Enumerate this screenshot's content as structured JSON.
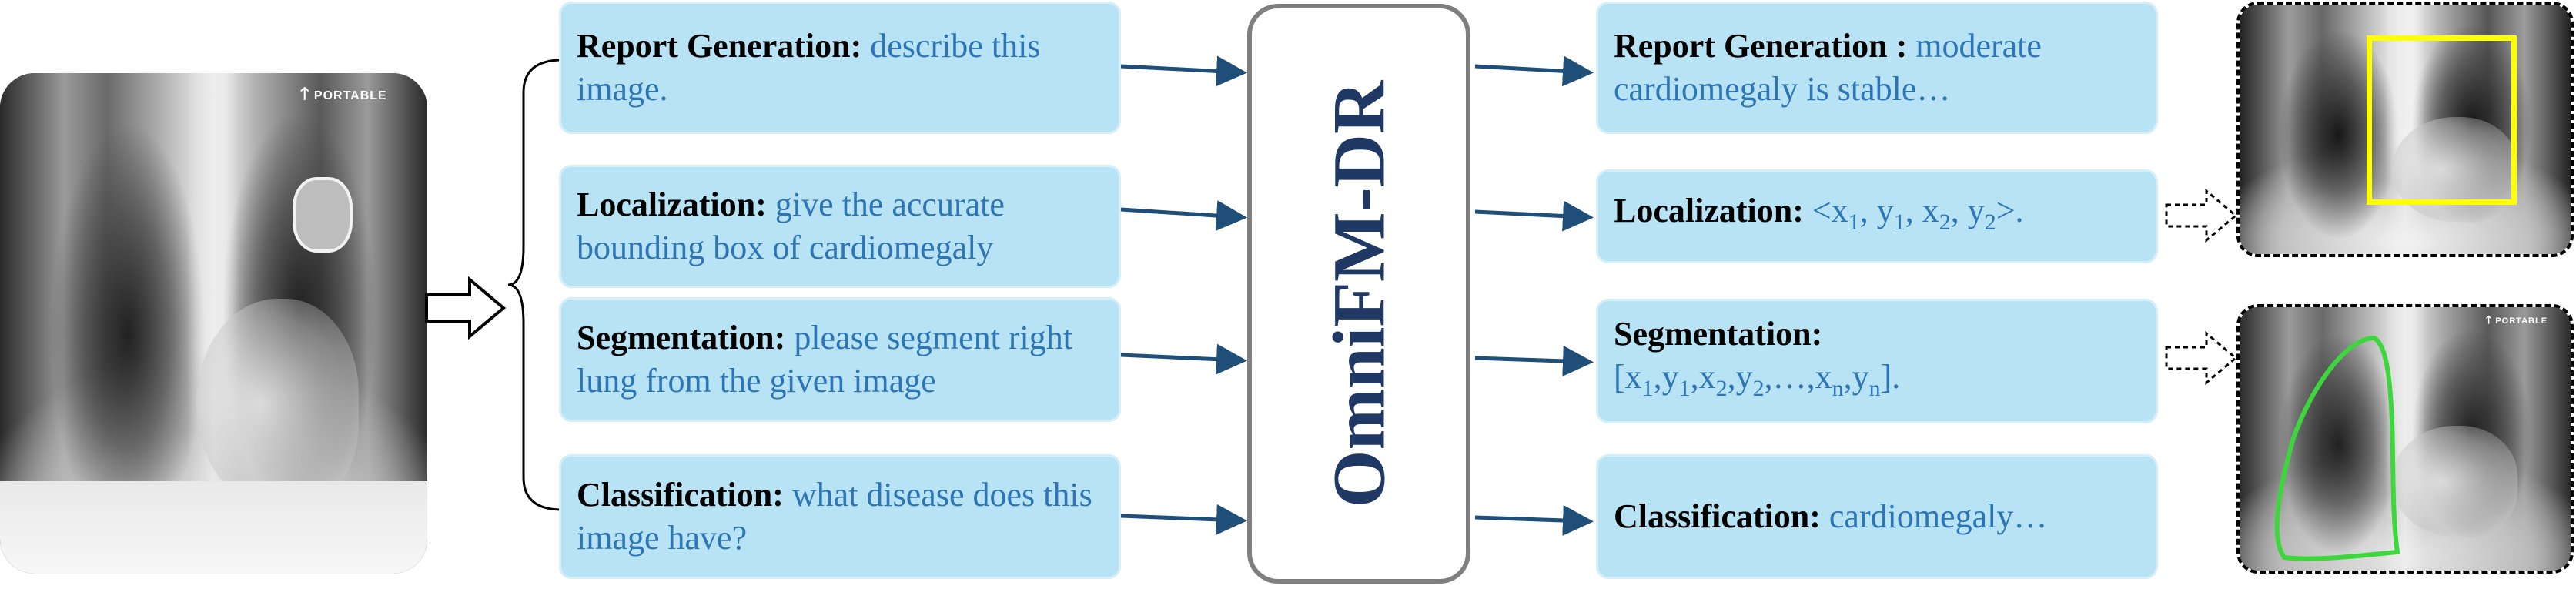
{
  "input_image": {
    "tag": "PORTABLE"
  },
  "center_model": {
    "name": "OmniFM-DR"
  },
  "prompts": [
    {
      "label": "Report Generation:",
      "text": "describe this image."
    },
    {
      "label": "Localization:",
      "text": "give the accurate bounding box of cardiomegaly"
    },
    {
      "label": "Segmentation:",
      "text": "please segment right lung from the given image"
    },
    {
      "label": "Classification:",
      "text": "what disease does this image have?"
    }
  ],
  "outputs": {
    "report": {
      "label": "Report Generation :",
      "text": "moderate cardiomegaly is stable…"
    },
    "localization": {
      "label": "Localization:",
      "open": "<x",
      "close": ">."
    },
    "segmentation": {
      "label": "Segmentation:"
    },
    "classification": {
      "label": "Classification:",
      "text": "cardiomegaly…"
    }
  },
  "result_images": {
    "seg_tag": "PORTABLE"
  },
  "colors": {
    "box_fill": "#b7e3f4",
    "arrow": "#1f4e79",
    "value_text": "#2e75b6",
    "model_title": "#1f3864",
    "bbox_outline": "#ffff00",
    "seg_outline": "#3dd63d"
  }
}
